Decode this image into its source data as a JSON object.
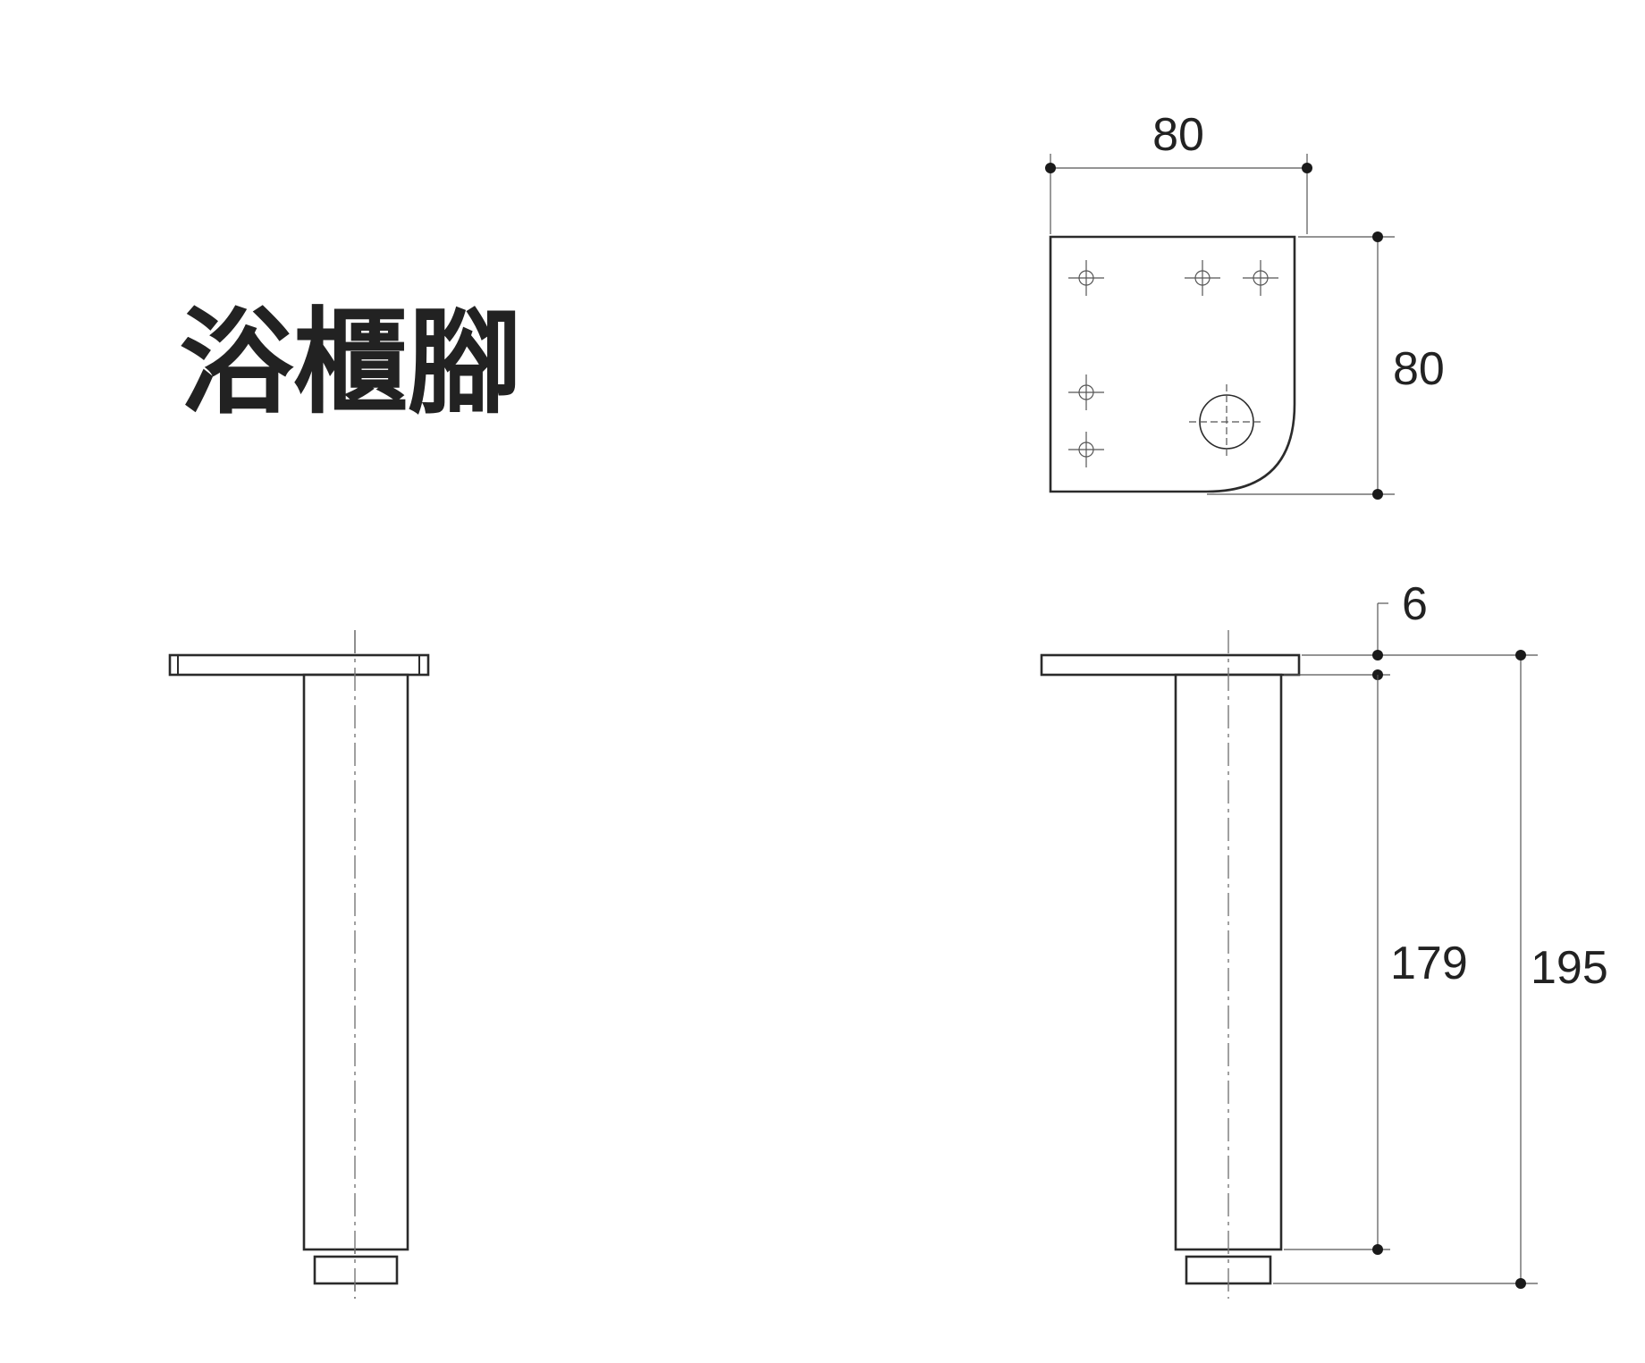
{
  "title": "浴櫃腳",
  "dimensions": {
    "plate_width": "80",
    "plate_depth": "80",
    "plate_thickness": "6",
    "tube_height": "179",
    "total_height": "195"
  }
}
